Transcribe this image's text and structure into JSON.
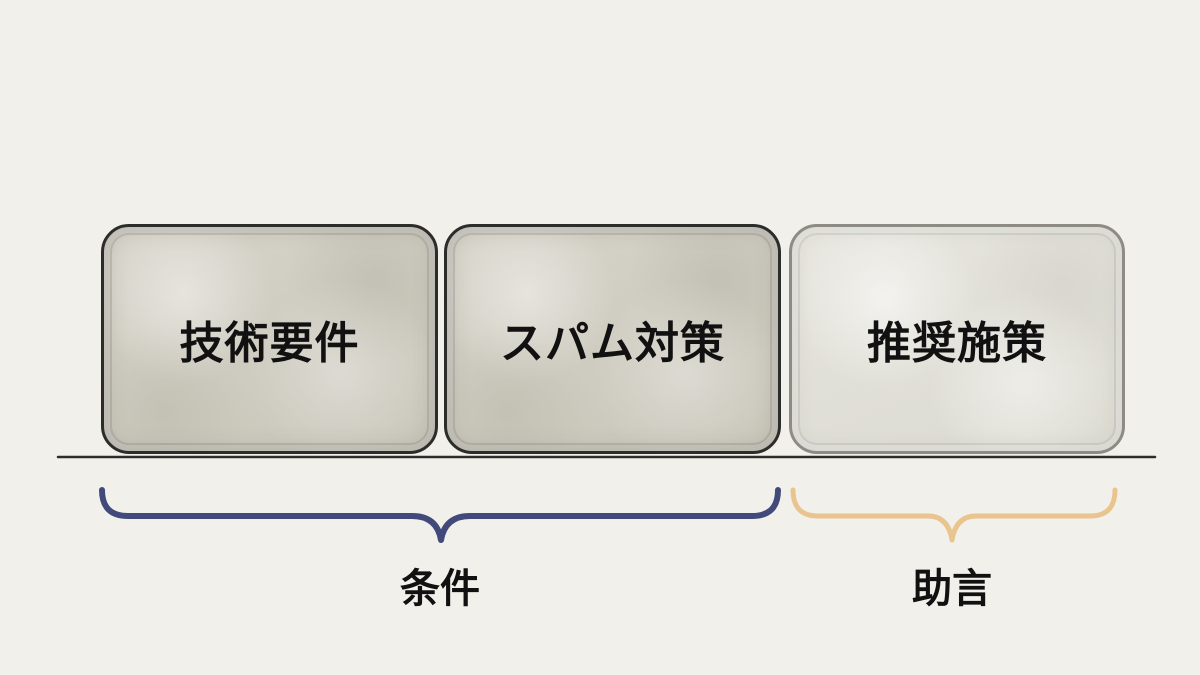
{
  "blocks": [
    {
      "id": "technical-requirements",
      "label": "技術要件",
      "style": "solid"
    },
    {
      "id": "spam-measures",
      "label": "スパム対策",
      "style": "solid"
    },
    {
      "id": "recommended-measures",
      "label": "推奨施策",
      "style": "light"
    }
  ],
  "groups": [
    {
      "label": "条件",
      "color": "#414a7a"
    },
    {
      "label": "助言",
      "color": "#e9c48e"
    }
  ],
  "colors": {
    "background": "#f1f0ea",
    "baseline": "#2c2c2a"
  }
}
